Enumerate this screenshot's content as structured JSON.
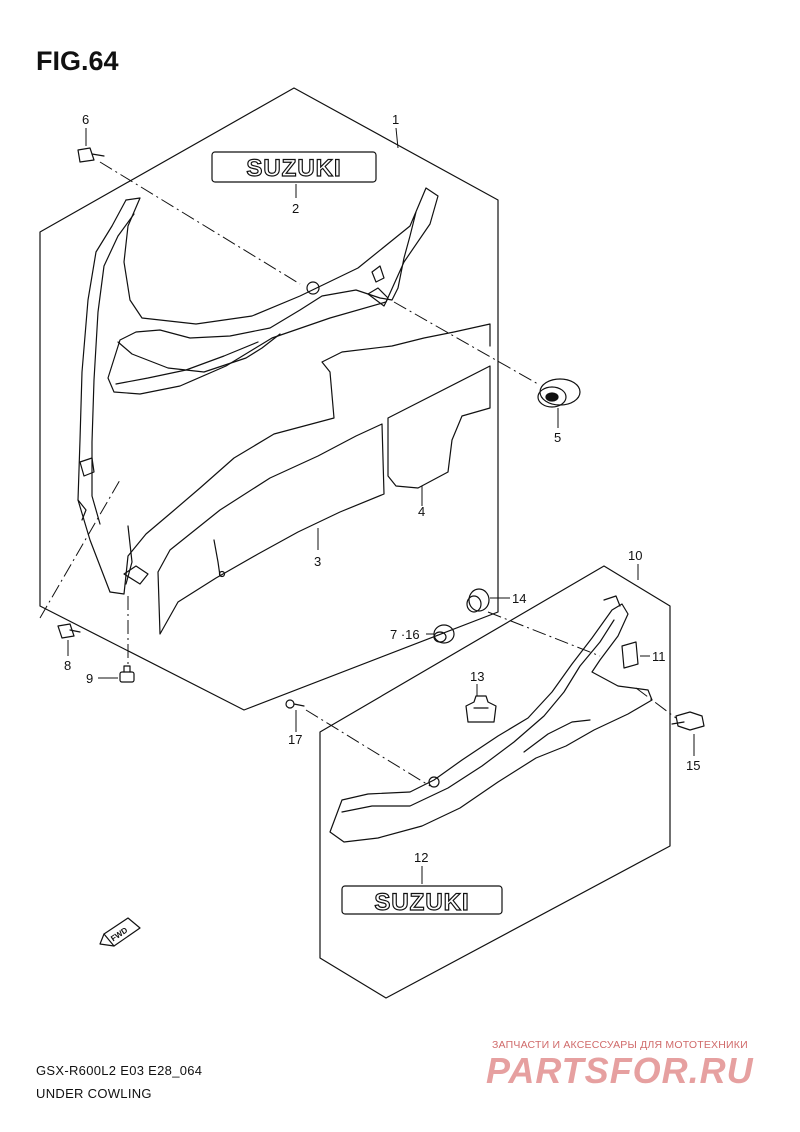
{
  "figure": {
    "title": "FIG.64",
    "model_code": "GSX-R600L2 E03 E28_064",
    "caption": "UNDER COWLING"
  },
  "emblem_text": "SUZUKI",
  "fwd_label": "FWD",
  "callouts": {
    "c1": "1",
    "c2": "2",
    "c3": "3",
    "c4": "4",
    "c5": "5",
    "c6": "6",
    "c8": "8",
    "c9": "9",
    "c10": "10",
    "c11": "11",
    "c12": "12",
    "c13": "13",
    "c14": "14",
    "c7_16": "7 ·16",
    "c15": "15",
    "c17": "17"
  },
  "watermark": {
    "tagline": "ЗАПЧАСТИ И АКСЕССУАРЫ ДЛЯ МОТОТЕХНИКИ",
    "logo": "PARTSFOR.RU"
  },
  "colors": {
    "line": "#111111",
    "watermark": "#d06a6a"
  }
}
